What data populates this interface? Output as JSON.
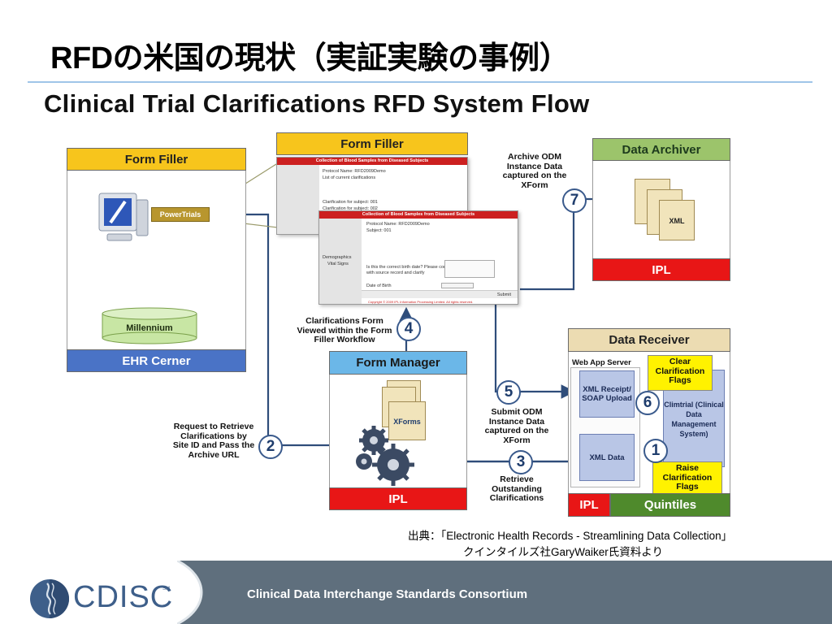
{
  "slide": {
    "title": "RFDの米国の現状（実証実験の事例）",
    "subtitle": "Clinical Trial Clarifications RFD System Flow"
  },
  "diagram": {
    "form_filler_left": {
      "header": "Form Filler",
      "app_label": "PowerTrials",
      "db_label": "Millennium",
      "footer": "EHR Cerner"
    },
    "form_filler_top": {
      "header": "Form Filler"
    },
    "data_archiver": {
      "header": "Data Archiver",
      "doc_label": "XML",
      "footer": "IPL"
    },
    "form_manager": {
      "header": "Form Manager",
      "doc_label": "XForms",
      "footer": "IPL"
    },
    "data_receiver": {
      "header": "Data Receiver",
      "web_app_server": "Web App Server",
      "xml_receipt": "XML Receipt/ SOAP Upload",
      "xml_data": "XML Data",
      "climtrial": "Climtrial (Clinical Data Management System)",
      "clear_flags": "Clear Clarification Flags",
      "raise_flags": "Raise Clarification Flags",
      "footer_left": "IPL",
      "footer_right": "Quintiles"
    },
    "steps": [
      {
        "num": "1"
      },
      {
        "num": "2",
        "label": "Request to Retrieve Clarifications by Site ID and Pass the Archive URL"
      },
      {
        "num": "3",
        "label": "Retrieve Outstanding Clarifications"
      },
      {
        "num": "4",
        "label": "Clarifications Form Viewed within the Form Filler Workflow"
      },
      {
        "num": "5",
        "label": "Submit ODM Instance Data captured on the XForm"
      },
      {
        "num": "6"
      },
      {
        "num": "7",
        "label": "Archive ODM Instance Data captured on the XForm"
      }
    ],
    "screens": {
      "back_title": "Collection of Blood Samples from Diseased Subjects",
      "back_lines": [
        "Protocol Name: RFD2009Demo",
        "List of current clarifications",
        "Clarification for subject: 001",
        "Clarification for subject: 002"
      ],
      "front_title": "Collection of Blood Samples from Diseased Subjects",
      "front_lines": [
        "Protocol Name: RFD2009Demo",
        "Subject: 001",
        "Demographics",
        "Vital Signs",
        "Is this the correct birth date? Please confirm",
        "with source record and clarify",
        "Date of Birth",
        "Submit",
        "Copyright © 2009 IPL Information Processing Limited. All rights reserved."
      ]
    }
  },
  "source": {
    "line1": "出典：「Electronic Health Records -  Streamlining Data Collection」",
    "line2": "クインタイルズ社GaryWaiker氏資料より"
  },
  "footer": {
    "logo_text": "CDISC",
    "logo_mark": "SM",
    "consortium": "Clinical Data Interchange Standards Consortium"
  },
  "colors": {
    "accent": "#9fc5e8",
    "footer_band": "#5f6f7d",
    "ipl_red": "#e81616",
    "form_filler_yellow": "#f7c51c"
  }
}
